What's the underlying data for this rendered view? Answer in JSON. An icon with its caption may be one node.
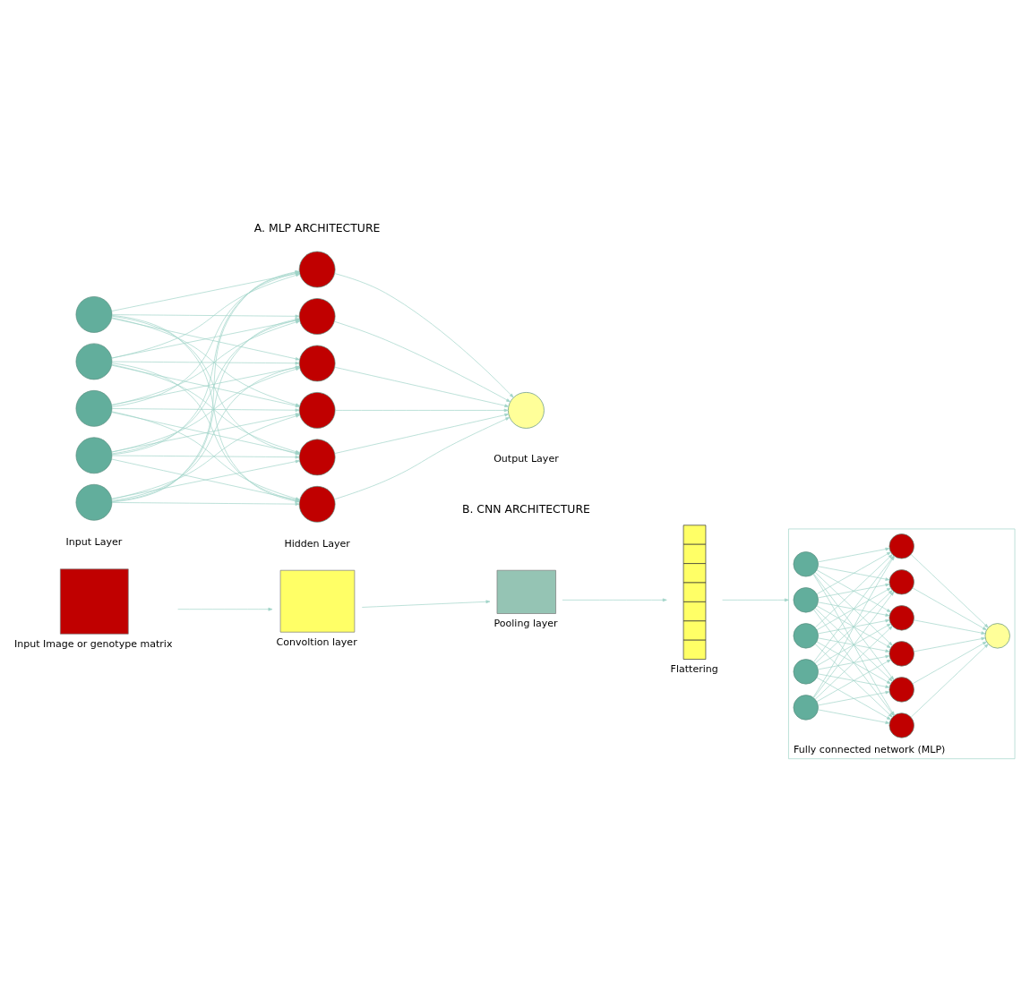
{
  "diagram": {
    "nodes": [
      {
        "text": [],
        "shape": "circle"
      },
      {
        "text": [],
        "shape": "circle"
      },
      {
        "text": [],
        "shape": "circle"
      },
      {
        "text": [],
        "shape": "circle"
      },
      {
        "text": [],
        "shape": "circle"
      },
      {
        "text": [],
        "shape": "circle"
      },
      {
        "text": [],
        "shape": "circle"
      },
      {
        "text": [],
        "shape": "circle"
      },
      {
        "text": [],
        "shape": "circle"
      },
      {
        "text": [],
        "shape": "circle"
      },
      {
        "text": [],
        "shape": "circle"
      },
      {
        "text": [],
        "shape": "circle"
      },
      {
        "text": [],
        "shape": "box",
        "beside": [
          "Input Image or genotype matrix"
        ]
      },
      {
        "text": [],
        "shape": "box",
        "beside": [
          "Convoltion layer"
        ]
      },
      {
        "text": [],
        "shape": "box",
        "beside": [
          "Pooling layer"
        ]
      },
      {
        "text": [],
        "shape": "bar",
        "beside": [
          "Flattering"
        ]
      },
      {
        "text": [],
        "shape": "box",
        "beside": [
          "Fully connected network (MLP)"
        ]
      },
      {
        "text": [],
        "shape": "circle",
        "in": 16
      },
      {
        "text": [],
        "shape": "circle",
        "in": 16
      },
      {
        "text": [],
        "shape": "circle",
        "in": 16
      },
      {
        "text": [],
        "shape": "circle",
        "in": 16
      },
      {
        "text": [],
        "shape": "circle",
        "in": 16
      },
      {
        "text": [],
        "shape": "circle",
        "in": 16
      },
      {
        "text": [],
        "shape": "circle",
        "in": 16
      },
      {
        "text": [],
        "shape": "circle",
        "in": 16
      },
      {
        "text": [],
        "shape": "circle",
        "in": 16
      },
      {
        "text": [],
        "shape": "circle",
        "in": 16
      },
      {
        "text": [],
        "shape": "circle",
        "in": 16
      },
      {
        "text": [],
        "shape": "circle",
        "in": 16
      }
    ],
    "edges": [
      {
        "from": 0,
        "to": 5,
        "arrow": "to"
      },
      {
        "from": 0,
        "to": 6,
        "arrow": "to"
      },
      {
        "from": 0,
        "to": 7,
        "arrow": "to"
      },
      {
        "from": 0,
        "to": 8,
        "arrow": "to"
      },
      {
        "from": 0,
        "to": 9,
        "arrow": "to"
      },
      {
        "from": 0,
        "to": 10,
        "arrow": "to"
      },
      {
        "from": 1,
        "to": 5,
        "arrow": "to"
      },
      {
        "from": 1,
        "to": 6,
        "arrow": "to"
      },
      {
        "from": 1,
        "to": 7,
        "arrow": "to"
      },
      {
        "from": 1,
        "to": 8,
        "arrow": "to"
      },
      {
        "from": 1,
        "to": 9,
        "arrow": "to"
      },
      {
        "from": 1,
        "to": 10,
        "arrow": "to"
      },
      {
        "from": 2,
        "to": 5,
        "arrow": "to"
      },
      {
        "from": 2,
        "to": 6,
        "arrow": "to"
      },
      {
        "from": 2,
        "to": 7,
        "arrow": "to"
      },
      {
        "from": 2,
        "to": 8,
        "arrow": "to"
      },
      {
        "from": 2,
        "to": 9,
        "arrow": "to"
      },
      {
        "from": 2,
        "to": 10,
        "arrow": "to"
      },
      {
        "from": 3,
        "to": 5,
        "arrow": "to"
      },
      {
        "from": 3,
        "to": 6,
        "arrow": "to"
      },
      {
        "from": 3,
        "to": 7,
        "arrow": "to"
      },
      {
        "from": 3,
        "to": 8,
        "arrow": "to"
      },
      {
        "from": 3,
        "to": 9,
        "arrow": "to"
      },
      {
        "from": 3,
        "to": 10,
        "arrow": "to"
      },
      {
        "from": 4,
        "to": 5,
        "arrow": "to"
      },
      {
        "from": 4,
        "to": 6,
        "arrow": "to"
      },
      {
        "from": 4,
        "to": 7,
        "arrow": "to"
      },
      {
        "from": 4,
        "to": 8,
        "arrow": "to"
      },
      {
        "from": 4,
        "to": 9,
        "arrow": "to"
      },
      {
        "from": 4,
        "to": 10,
        "arrow": "to"
      },
      {
        "from": 5,
        "to": 11,
        "arrow": "to"
      },
      {
        "from": 6,
        "to": 11,
        "arrow": "to"
      },
      {
        "from": 7,
        "to": 11,
        "arrow": "to"
      },
      {
        "from": 8,
        "to": 11,
        "arrow": "to"
      },
      {
        "from": 9,
        "to": 11,
        "arrow": "to"
      },
      {
        "from": 10,
        "to": 11,
        "arrow": "to"
      },
      {
        "from": 12,
        "to": 13,
        "arrow": "to"
      },
      {
        "from": 13,
        "to": 14,
        "arrow": "to"
      },
      {
        "from": 14,
        "to": 15,
        "arrow": "to"
      },
      {
        "from": 15,
        "to": 16,
        "arrow": "to"
      },
      {
        "from": 17,
        "to": 22,
        "arrow": "to"
      },
      {
        "from": 17,
        "to": 23,
        "arrow": "to"
      },
      {
        "from": 17,
        "to": 24,
        "arrow": "to"
      },
      {
        "from": 17,
        "to": 25,
        "arrow": "to"
      },
      {
        "from": 17,
        "to": 26,
        "arrow": "to"
      },
      {
        "from": 17,
        "to": 27,
        "arrow": "to"
      },
      {
        "from": 18,
        "to": 22,
        "arrow": "to"
      },
      {
        "from": 18,
        "to": 23,
        "arrow": "to"
      },
      {
        "from": 18,
        "to": 24,
        "arrow": "to"
      },
      {
        "from": 18,
        "to": 25,
        "arrow": "to"
      },
      {
        "from": 18,
        "to": 26,
        "arrow": "to"
      },
      {
        "from": 18,
        "to": 27,
        "arrow": "to"
      },
      {
        "from": 19,
        "to": 22,
        "arrow": "to"
      },
      {
        "from": 19,
        "to": 23,
        "arrow": "to"
      },
      {
        "from": 19,
        "to": 24,
        "arrow": "to"
      },
      {
        "from": 19,
        "to": 25,
        "arrow": "to"
      },
      {
        "from": 19,
        "to": 26,
        "arrow": "to"
      },
      {
        "from": 19,
        "to": 27,
        "arrow": "to"
      },
      {
        "from": 20,
        "to": 22,
        "arrow": "to"
      },
      {
        "from": 20,
        "to": 23,
        "arrow": "to"
      },
      {
        "from": 20,
        "to": 24,
        "arrow": "to"
      },
      {
        "from": 20,
        "to": 25,
        "arrow": "to"
      },
      {
        "from": 20,
        "to": 26,
        "arrow": "to"
      },
      {
        "from": 20,
        "to": 27,
        "arrow": "to"
      },
      {
        "from": 21,
        "to": 22,
        "arrow": "to"
      },
      {
        "from": 21,
        "to": 23,
        "arrow": "to"
      },
      {
        "from": 21,
        "to": 24,
        "arrow": "to"
      },
      {
        "from": 21,
        "to": 25,
        "arrow": "to"
      },
      {
        "from": 21,
        "to": 26,
        "arrow": "to"
      },
      {
        "from": 21,
        "to": 27,
        "arrow": "to"
      },
      {
        "from": 22,
        "to": 28,
        "arrow": "to"
      },
      {
        "from": 23,
        "to": 28,
        "arrow": "to"
      },
      {
        "from": 24,
        "to": 28,
        "arrow": "to"
      },
      {
        "from": 25,
        "to": 28,
        "arrow": "to"
      },
      {
        "from": 26,
        "to": 28,
        "arrow": "to"
      },
      {
        "from": 27,
        "to": 28,
        "arrow": "to"
      }
    ],
    "labels": [
      "A. MLP ARCHITECTURE",
      "Input Layer",
      "Hidden Layer",
      "Output Layer",
      "B. CNN ARCHITECTURE"
    ]
  }
}
